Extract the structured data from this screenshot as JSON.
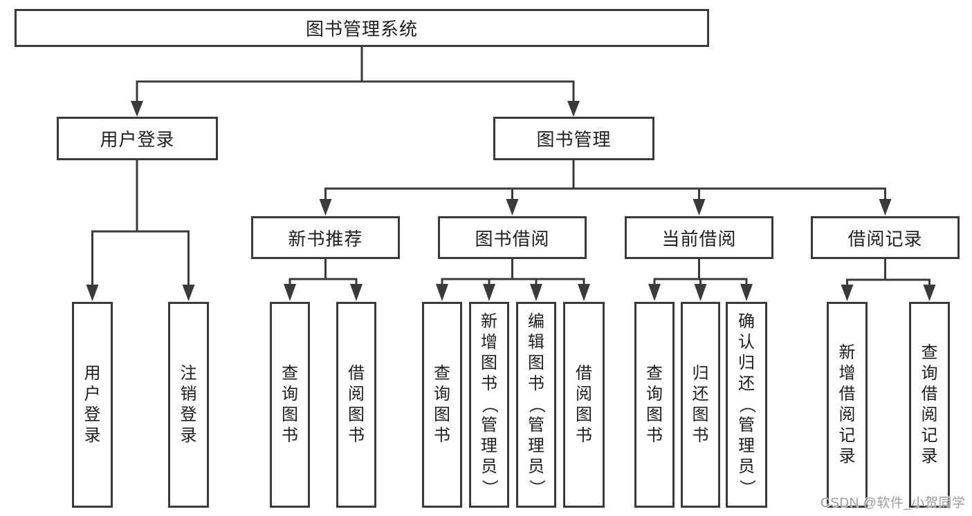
{
  "diagram": {
    "root": "图书管理系统",
    "branches": [
      {
        "label": "用户登录",
        "children": [
          "用户登录",
          "注销登录"
        ]
      },
      {
        "label": "图书管理",
        "children": [
          {
            "label": "新书推荐",
            "children": [
              "查询图书",
              "借阅图书"
            ]
          },
          {
            "label": "图书借阅",
            "children": [
              "查询图书",
              "新增图书（管理员）",
              "编辑图书（管理员）",
              "借阅图书"
            ]
          },
          {
            "label": "当前借阅",
            "children": [
              "查询图书",
              "归还图书",
              "确认归还（管理员）"
            ]
          },
          {
            "label": "借阅记录",
            "children": [
              "新增借阅记录",
              "查询借阅记录"
            ]
          }
        ]
      }
    ],
    "colors": {
      "line": "#3a3a3a",
      "text": "#1e1e1e",
      "background": "#ffffff",
      "watermark": "#9b9b9b"
    }
  },
  "watermark": {
    "text": "CSDN @软件_小贺同学"
  }
}
